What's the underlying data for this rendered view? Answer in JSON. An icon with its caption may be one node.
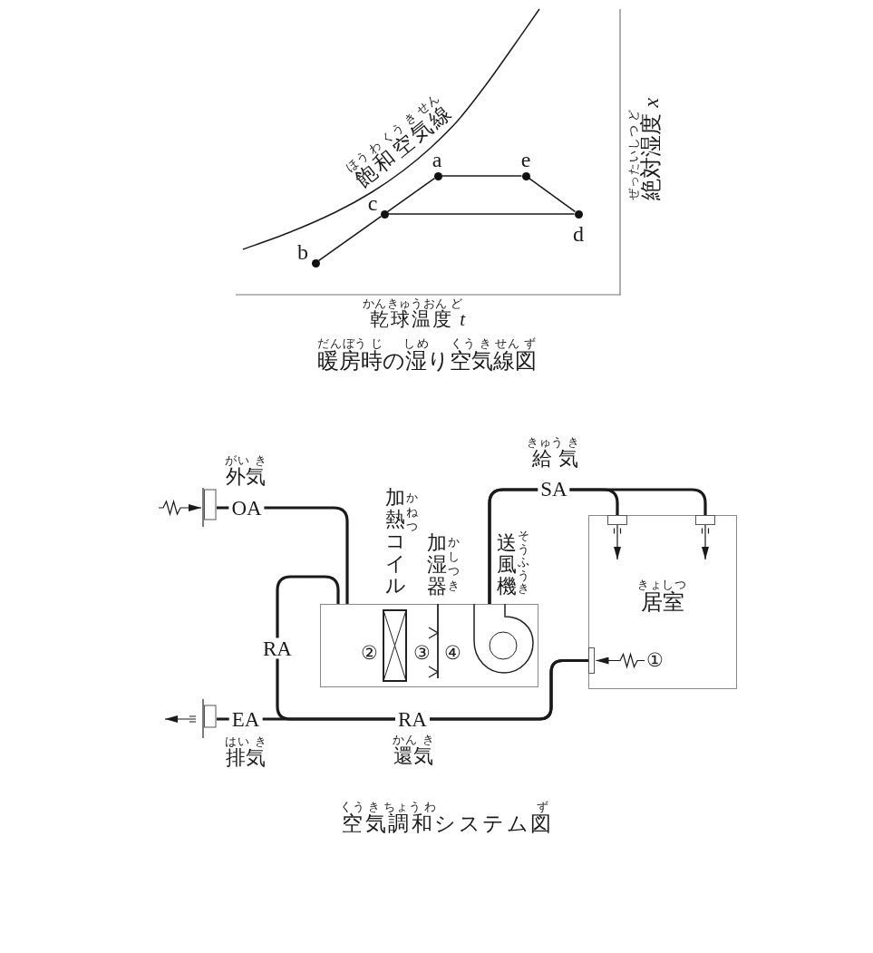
{
  "diagram": {
    "nodes": [
      {
        "text": [],
        "shape": "circle",
        "beside": [
          "a"
        ]
      },
      {
        "text": [],
        "shape": "circle",
        "beside": [
          "e"
        ]
      },
      {
        "text": [],
        "shape": "circle",
        "beside": [
          "c"
        ]
      },
      {
        "text": [],
        "shape": "circle",
        "beside": [
          "d"
        ]
      },
      {
        "text": [],
        "shape": "circle",
        "beside": [
          "b"
        ]
      },
      {
        "text": [],
        "shape": "box",
        "beside": [
          "がい き",
          "外気"
        ]
      },
      {
        "text": [],
        "shape": "box"
      },
      {
        "text": [],
        "shape": "box",
        "in": 6,
        "beside": [
          "加熱コイル",
          "かねつ"
        ]
      },
      {
        "text": [],
        "shape": "picture",
        "in": 6,
        "beside": [
          "加湿器",
          "かしつき"
        ]
      },
      {
        "text": [],
        "shape": "circle",
        "in": 6,
        "beside": [
          "送風機",
          "そうふうき"
        ]
      },
      {
        "text": [
          "きょしつ",
          "居室"
        ]
      },
      {
        "text": [],
        "shape": "box",
        "in": 10
      },
      {
        "text": [],
        "shape": "box",
        "in": 10
      },
      {
        "text": [],
        "shape": "box",
        "in": 10
      },
      {
        "text": [
          "①"
        ],
        "in": 10
      },
      {
        "text": [],
        "shape": "box",
        "beside": [
          "はい き",
          "排気"
        ]
      }
    ],
    "edges": [
      {
        "from": 4,
        "to": 2,
        "arrow": "none"
      },
      {
        "from": 2,
        "to": 0,
        "arrow": "none"
      },
      {
        "from": 0,
        "to": 1,
        "arrow": "none"
      },
      {
        "from": 1,
        "to": 3,
        "arrow": "none"
      },
      {
        "from": 3,
        "to": 2,
        "arrow": "none"
      },
      {
        "from": 5,
        "to": 6,
        "label": "OA",
        "arrow": "none",
        "style": "thick"
      },
      {
        "from": 9,
        "to": 11,
        "label": "SA",
        "arrow": "none",
        "style": "thick"
      },
      {
        "from": 9,
        "to": 12,
        "arrow": "none",
        "style": "thick"
      },
      {
        "from": 13,
        "to": 6,
        "label": "RA",
        "arrow": "none",
        "style": "thick"
      },
      {
        "from": 13,
        "to": 15,
        "label": "EA",
        "arrow": "none",
        "style": "thick"
      },
      {
        "from": null,
        "to": 5,
        "arrow": "to"
      },
      {
        "from": 15,
        "to": null,
        "arrow": "to"
      },
      {
        "from": 11,
        "to": null,
        "arrow": "to"
      },
      {
        "from": 12,
        "to": null,
        "arrow": "to"
      },
      {
        "from": 14,
        "to": 13,
        "arrow": "to"
      }
    ],
    "labels": [
      "ほう わ くう き せん",
      "飽和空気線",
      "ぜったいしつ ど",
      "絶対湿度 *x*",
      "かんきゅうおん ど",
      "乾球温度 *t*",
      "だんぼう じ",
      "しめ",
      "くう き せん ず",
      "暖房時の湿り空気線図",
      "きゅう き",
      "給気",
      "②",
      "③",
      "④",
      "RA",
      "かん き",
      "還気",
      "くう き ちょう わ",
      "ず",
      "空気調和システム図"
    ]
  }
}
